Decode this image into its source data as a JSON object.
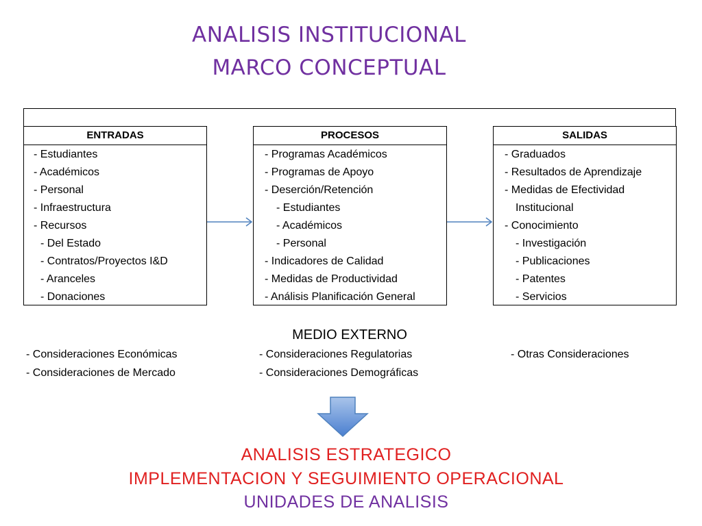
{
  "title": {
    "line1": "ANALISIS INSTITUCIONAL",
    "line2": "MARCO CONCEPTUAL"
  },
  "entradas": {
    "header": "ENTRADAS",
    "items": [
      " - Estudiantes",
      " - Académicos",
      " - Personal",
      " - Infraestructura",
      " - Recursos",
      " - Del Estado",
      " - Contratos/Proyectos I&D",
      " - Aranceles",
      " - Donaciones"
    ]
  },
  "procesos": {
    "header": "PROCESOS",
    "items": [
      " - Programas Académicos",
      " - Programas de Apoyo",
      " - Deserción/Retención",
      " - Estudiantes",
      " - Académicos",
      " - Personal",
      " - Indicadores de Calidad",
      " - Medidas de Productividad",
      " - Análisis Planificación General"
    ]
  },
  "salidas": {
    "header": "SALIDAS",
    "items": [
      " - Graduados",
      " - Resultados de Aprendizaje",
      " - Medidas de Efectividad",
      "Institucional",
      " - Conocimiento",
      " - Investigación",
      " - Publicaciones",
      " - Patentes",
      " - Servicios"
    ]
  },
  "medio_externo": {
    "label": "MEDIO EXTERNO",
    "economicas": " - Consideraciones Económicas",
    "mercado": " - Consideraciones de Mercado",
    "regulatorias": "- Consideraciones Regulatorias",
    "demograficas": "- Consideraciones Demográficas",
    "otras": "- Otras Consideraciones"
  },
  "bottom": {
    "line1": "ANALISIS ESTRATEGICO",
    "line2": "IMPLEMENTACION Y SEGUIMIENTO OPERACIONAL",
    "line3": "UNIDADES DE ANALISIS"
  },
  "colors": {
    "title": "#7030a0",
    "red": "#e02020",
    "arrow": "#4f81bd"
  }
}
